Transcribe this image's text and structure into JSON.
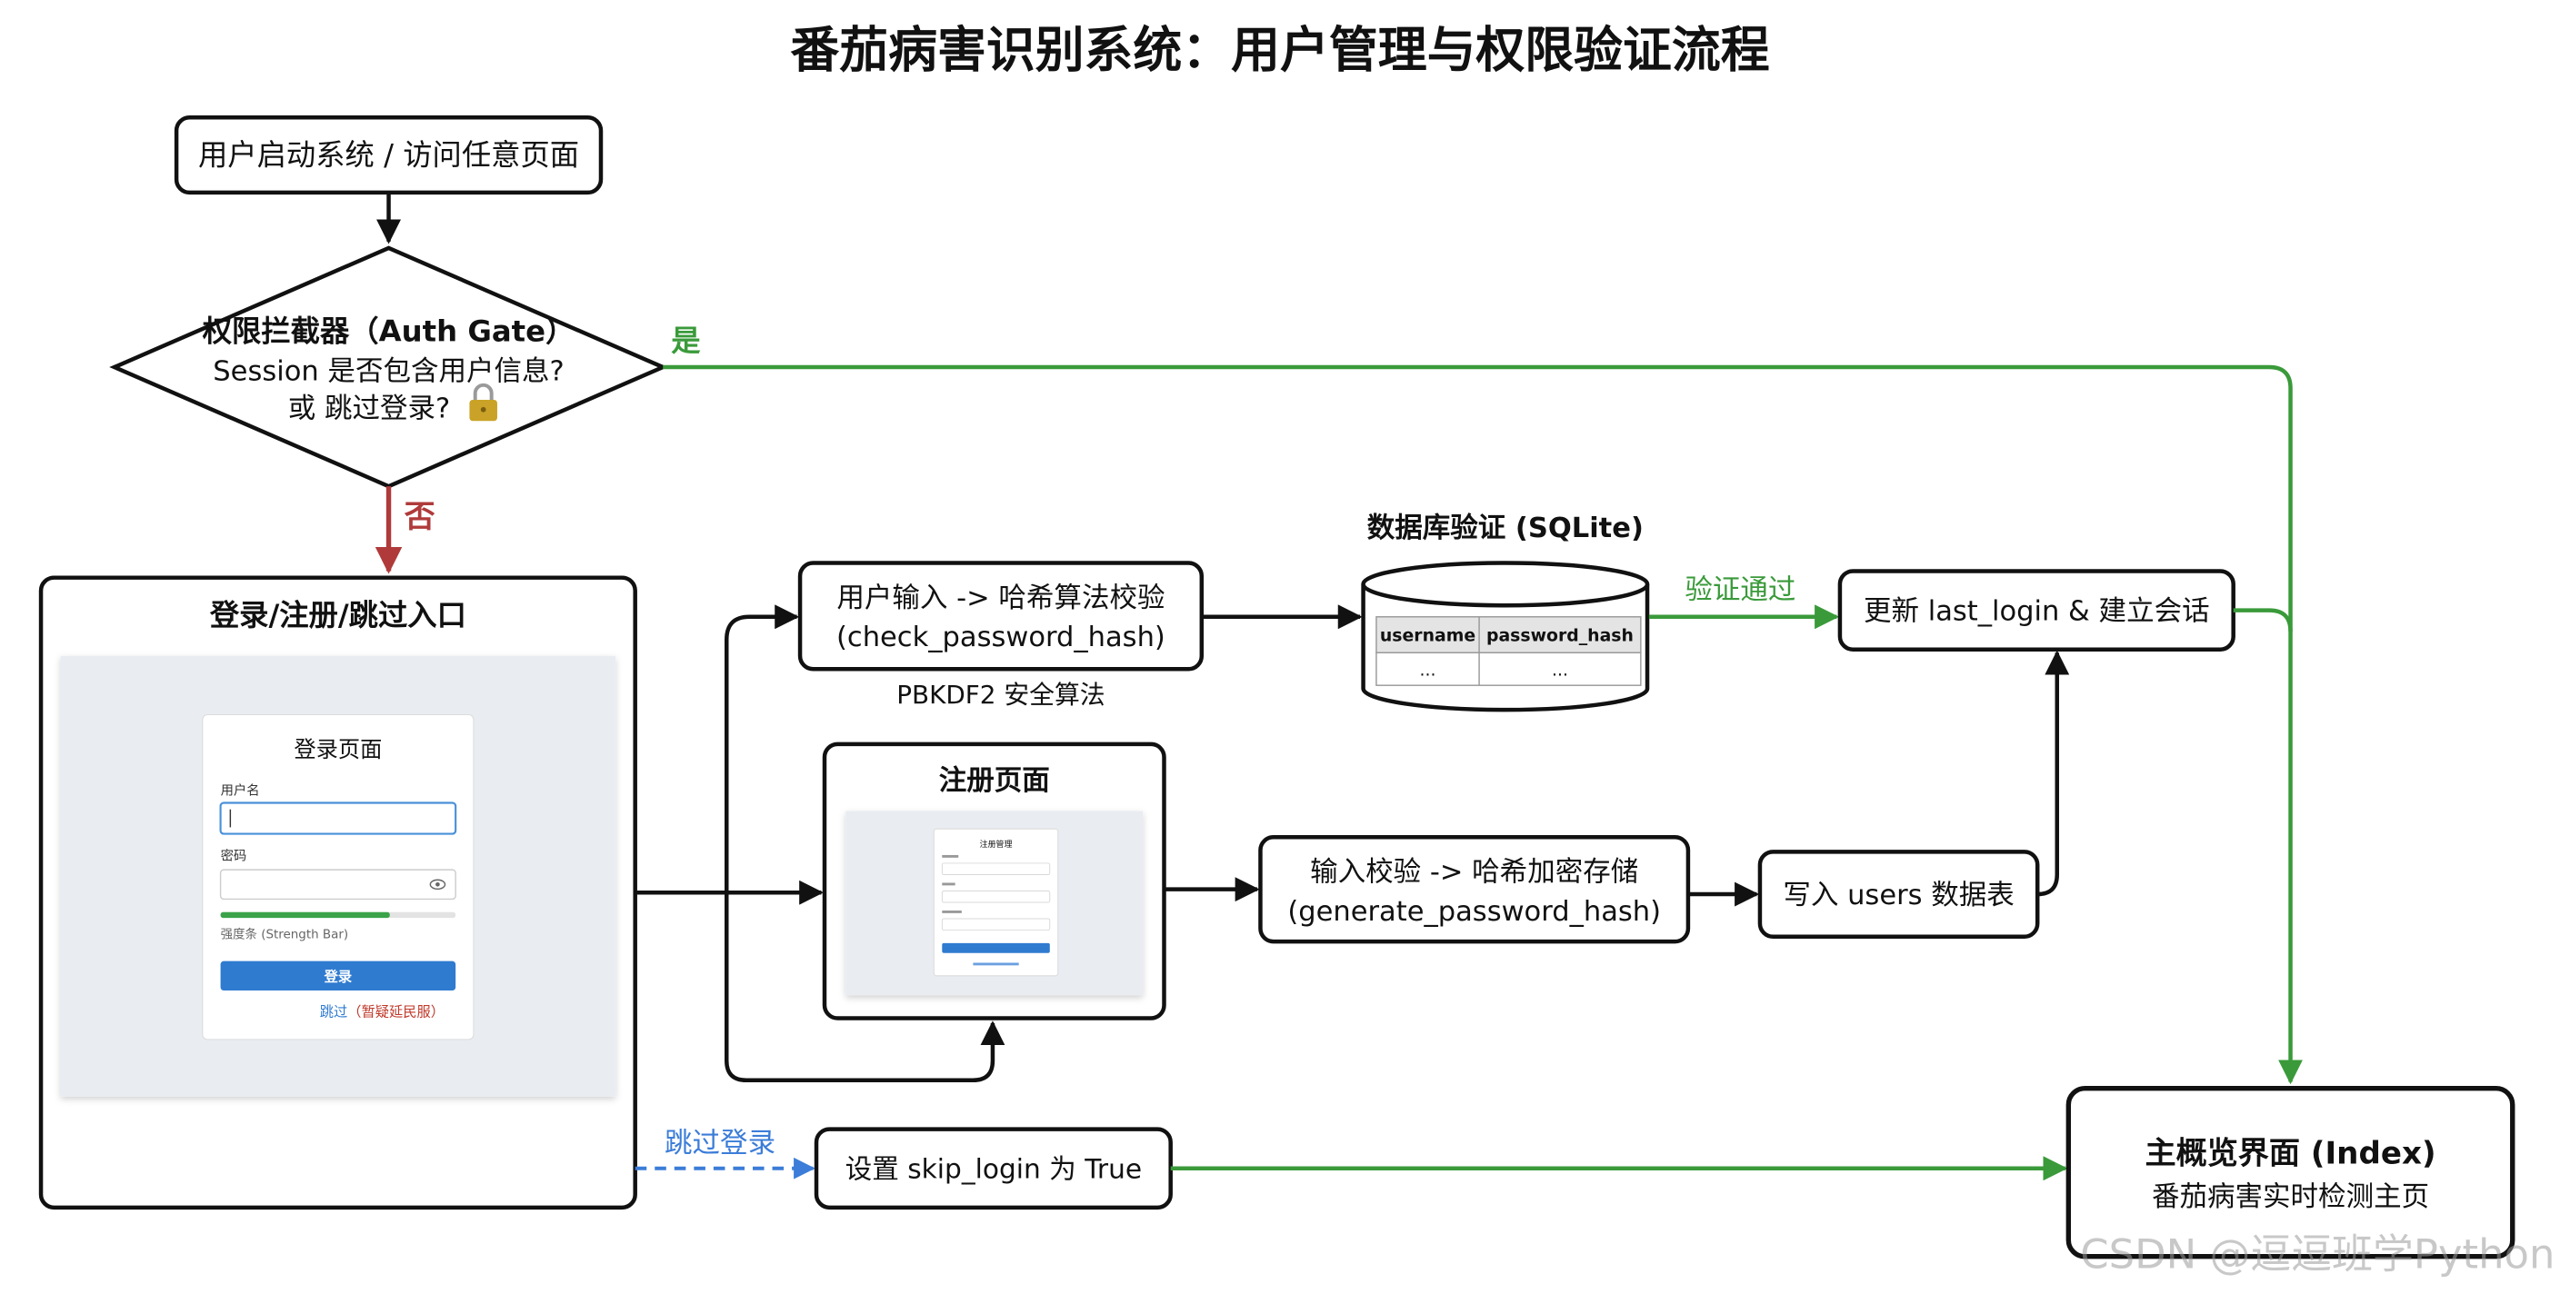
{
  "title": "番茄病害识别系统：用户管理与权限验证流程",
  "colors": {
    "stroke": "#111111",
    "yes_green": "#3a9a3a",
    "no_red": "#b03a3a",
    "skip_blue": "#3b7dd8",
    "button_blue": "#2f7bd0",
    "panel_gray": "#e9ecf1",
    "strength_green": "#3aa34a"
  },
  "nodes": {
    "start": {
      "label": "用户启动系统 / 访问任意页面"
    },
    "auth_gate": {
      "title": "权限拦截器（Auth Gate）",
      "line1": "Session 是否包含用户信息?",
      "line2": "或 跳过登录?",
      "icon": "lock-icon"
    },
    "entry_panel": {
      "title": "登录/注册/跳过入口",
      "card_title": "登录页面",
      "username_label": "用户名",
      "password_label": "密码",
      "password_icon": "eye-icon",
      "strength_label": "强度条 (Strength Bar)",
      "strength_level": 0.72,
      "login_button": "登录",
      "skip_link": "跳过",
      "skip_note": "（暂疑延民服）"
    },
    "check_hash": {
      "line1": "用户输入 -> 哈希算法校验",
      "line2": "(check_password_hash)",
      "note": "PBKDF2 安全算法"
    },
    "database": {
      "label": "数据库验证 (SQLite)",
      "columns": [
        "username",
        "password_hash"
      ],
      "rows": [
        [
          "...",
          "..."
        ]
      ]
    },
    "update_session": {
      "label": "更新 last_login & 建立会话"
    },
    "register_panel": {
      "title": "注册页面",
      "card_title": "注册管理"
    },
    "encrypt_store": {
      "line1": "输入校验 -> 哈希加密存储",
      "line2": "(generate_password_hash)"
    },
    "write_users": {
      "label": "写入 users 数据表"
    },
    "set_skip": {
      "label": "设置 skip_login 为 True"
    },
    "index": {
      "title": "主概览界面 (Index)",
      "subtitle": "番茄病害实时检测主页"
    }
  },
  "edge_labels": {
    "yes": "是",
    "no": "否",
    "verified": "验证通过",
    "skip_login": "跳过登录"
  },
  "watermark": "CSDN @逗逗班学Python"
}
